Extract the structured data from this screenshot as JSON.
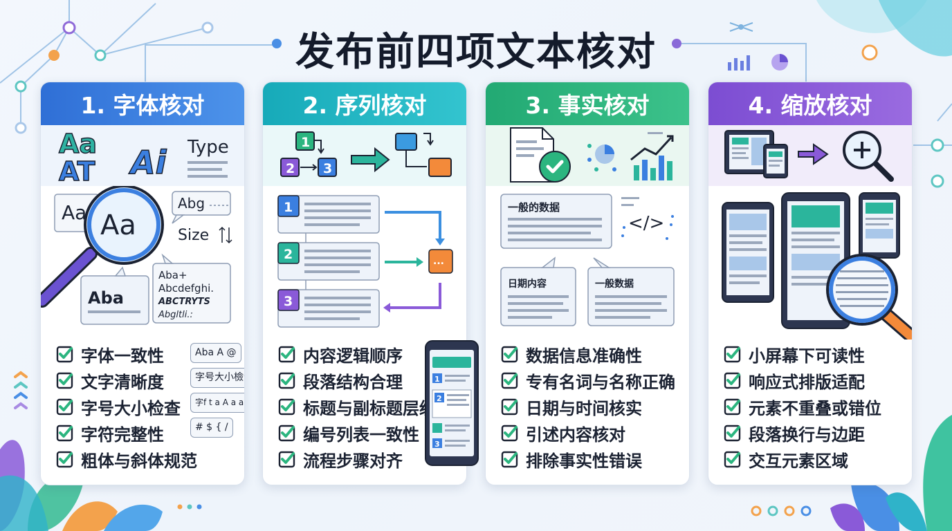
{
  "title": "发布前四项文本核对",
  "colors": {
    "card1": "#3b7fe0",
    "card2": "#22b6c6",
    "card3": "#2bb57f",
    "card4": "#8a5ad8",
    "check": "#2bb57f"
  },
  "cards": [
    {
      "heading": "1. 字体核对",
      "band_icons": {
        "glyph_aa": "Aa",
        "glyph_at": "AT",
        "glyph_ai": "Ai",
        "type_word": "Type"
      },
      "illustration": {
        "aa_box": "Aa",
        "magnifier_text": "Aa",
        "abg_bubble": "Abg",
        "size_label": "Size",
        "aba_bubble": "Aba",
        "specimen_lines": [
          "Aba+",
          "Abcdefghi.",
          "ABCTRYTS",
          "Abgltli.:"
        ]
      },
      "checks": [
        "字体一致性",
        "文字清晰度",
        "字号大小检查",
        "字符完整性",
        "粗体与斜体规范"
      ],
      "side_tags": [
        "Aba  A  @",
        "字号大小檢體",
        "字f t a A a a c 性",
        "#  $  {  /"
      ]
    },
    {
      "heading": "2. 序列核对",
      "band_icons": {
        "box1": "1",
        "box2": "2",
        "box3": "3"
      },
      "illustration": {
        "step1": "1",
        "step2": "2",
        "step3": "3",
        "result": "..."
      },
      "checks": [
        "内容逻辑顺序",
        "段落结构合理",
        "标题与副标题层级",
        "编号列表一致性",
        "流程步骤对齐"
      ],
      "phone_steps": [
        "1",
        "2",
        "3"
      ]
    },
    {
      "heading": "3. 事实核对",
      "illustration": {
        "bubble_general_top": "一般的数据",
        "bubble_date": "日期内容",
        "bubble_general_bottom": "一般数据",
        "code_icon": "</>"
      },
      "checks": [
        "数据信息准确性",
        "专有名词与名称正确",
        "日期与时间核实",
        "引述内容核对",
        "排除事实性错误"
      ]
    },
    {
      "heading": "4. 缩放核对",
      "checks": [
        "小屏幕下可读性",
        "响应式排版适配",
        "元素不重叠或错位",
        "段落换行与边距",
        "交互元素区域"
      ]
    }
  ]
}
